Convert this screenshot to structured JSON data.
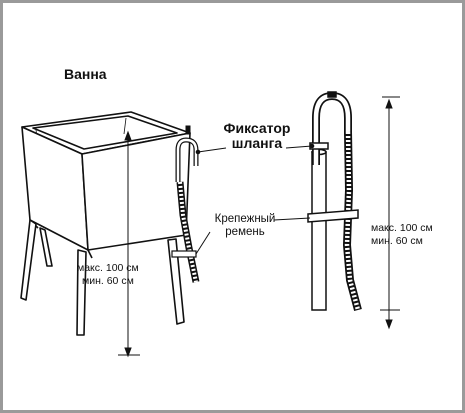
{
  "labels": {
    "tub": "Ванна",
    "hose_clamp_line1": "Фиксатор",
    "hose_clamp_line2": "шланга",
    "strap_line1": "Крепежный",
    "strap_line2": "ремень",
    "tub_max": "макс. 100 см",
    "tub_min": "мин. 60 см",
    "pipe_max": "макс. 100 см",
    "pipe_min": "мин. 60 см"
  },
  "colors": {
    "frame": "#9a9a9a",
    "line": "#111111",
    "background": "#ffffff"
  }
}
